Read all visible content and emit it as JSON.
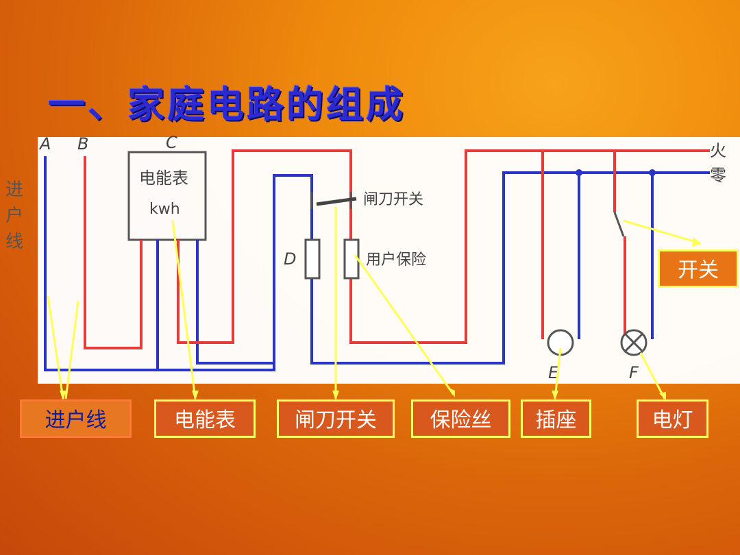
{
  "title": "一、家庭电路的组成",
  "diagram": {
    "wire_labels": {
      "a": "A",
      "b": "B",
      "c": "C",
      "d": "D",
      "e": "E",
      "f": "F",
      "fire": "火",
      "zero": "零"
    },
    "entry_vertical": [
      "进",
      "户",
      "线"
    ],
    "meter_line1": "电能表",
    "meter_line2": "kwh",
    "knife_switch": "闸刀开关",
    "user_fuse": "用户保险"
  },
  "callouts": {
    "entry": "进户线",
    "meter": "电能表",
    "knife": "闸刀开关",
    "fuse": "保险丝",
    "socket": "插座",
    "lamp": "电灯",
    "switch": "开关"
  },
  "colors": {
    "live": "#e43b3b",
    "neutral": "#2a35c8",
    "pointer": "#ffff55",
    "title": "#2a2ad0"
  }
}
